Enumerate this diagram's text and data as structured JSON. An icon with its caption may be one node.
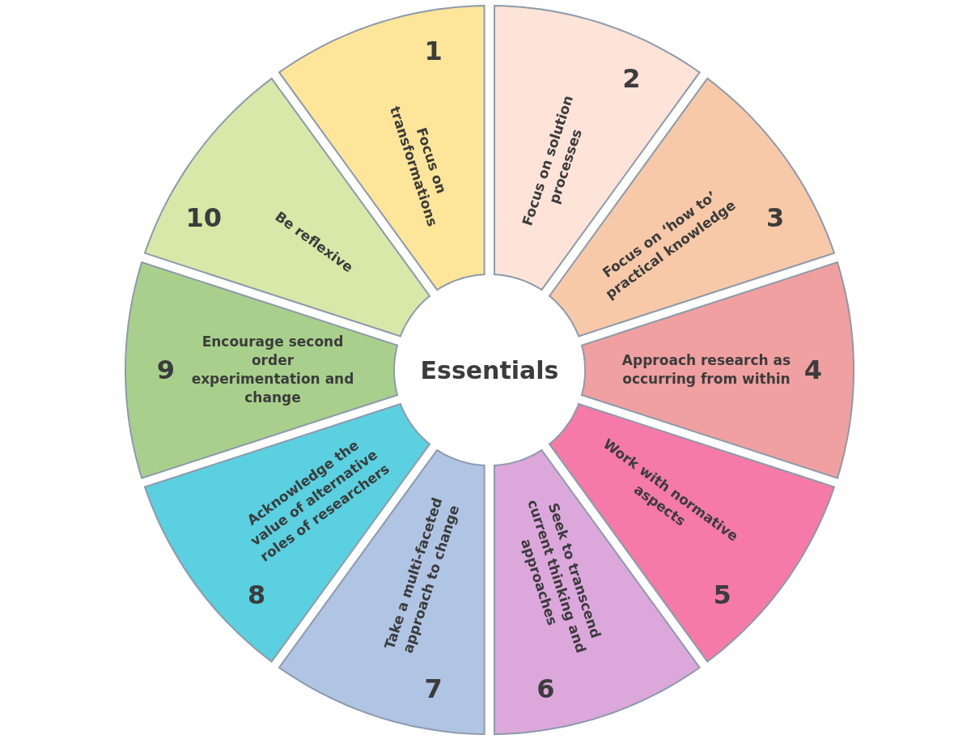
{
  "diagram": {
    "nodes": [
      {
        "text": [
          "Essentials"
        ]
      },
      {
        "text": [
          "1",
          "Focus on transformations"
        ]
      },
      {
        "text": [
          "2",
          "Focus on solution processes"
        ]
      },
      {
        "text": [
          "3",
          "Focus on ‘how to’ practical knowledge"
        ]
      },
      {
        "text": [
          "Approach research as occurring from within",
          "4"
        ]
      },
      {
        "text": [
          "5",
          "Work with normative aspects"
        ]
      },
      {
        "text": [
          "6",
          "Seek to transcend current thinking and approaches"
        ]
      },
      {
        "text": [
          "7",
          "Take a multi-faceted approach to change"
        ]
      },
      {
        "text": [
          "8",
          "Acknowledge the value of alternative roles of researchers"
        ]
      },
      {
        "text": [
          "9",
          "Encourage second order experimentation and change"
        ]
      },
      {
        "text": [
          "10",
          "Be reflexive"
        ]
      }
    ]
  }
}
